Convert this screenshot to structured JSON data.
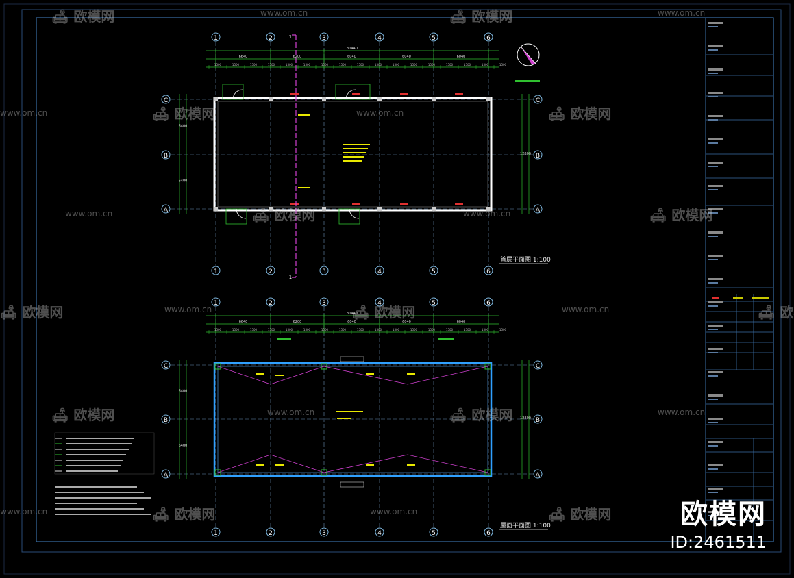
{
  "drawing": {
    "grid_numbers": [
      "1",
      "2",
      "3",
      "4",
      "5",
      "6"
    ],
    "grid_letters": [
      "C",
      "B",
      "A"
    ],
    "plan1_title": "首层平面图 1:100",
    "plan2_title": "屋面平面图 1:100",
    "top_dimensions": [
      "6640",
      "6200",
      "6040",
      "6040",
      "6040"
    ],
    "total_dimension": "30440",
    "side_dimensions": [
      "6400",
      "6400"
    ],
    "side_total": "12800",
    "section_mark": "1"
  },
  "colors": {
    "frame": "#3a6ea5",
    "grid": "#7fb8e0",
    "wall": "#ffffff",
    "text_yellow": "#e8e800",
    "accent_magenta": "#d040d0",
    "dim_green": "#30c030",
    "roof_blue": "#30a0ff",
    "red": "#e03030"
  },
  "watermark": {
    "logo_text": "欧模网",
    "url_text": "www.om.cn"
  },
  "brand": {
    "name": "欧模网",
    "id": "ID:2461511"
  }
}
